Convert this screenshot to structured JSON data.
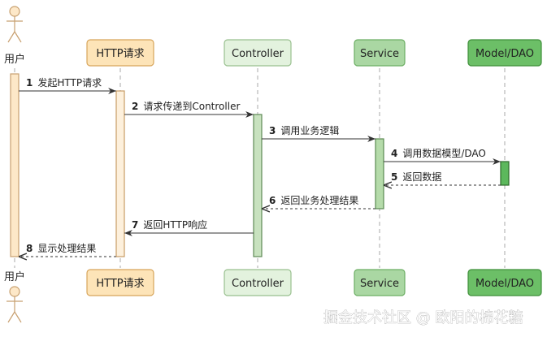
{
  "participants": [
    {
      "id": "user",
      "label": "用户",
      "type": "actor"
    },
    {
      "id": "http",
      "label": "HTTP请求",
      "type": "box",
      "fill": "#fde4b8",
      "stroke": "#d7a55a",
      "bar_fill": "#fdf0dc",
      "bar_stroke": "#c89c66"
    },
    {
      "id": "controller",
      "label": "Controller",
      "type": "box",
      "fill": "#e3f2de",
      "stroke": "#99c08f",
      "bar_fill": "#c8e2bf",
      "bar_stroke": "#5f8a56"
    },
    {
      "id": "service",
      "label": "Service",
      "type": "box",
      "fill": "#aad7a3",
      "stroke": "#6cae63",
      "bar_fill": "#b5dbaa",
      "bar_stroke": "#5a8a52"
    },
    {
      "id": "dao",
      "label": "Model/DAO",
      "type": "box",
      "fill": "#6cbf67",
      "stroke": "#3f8f3a",
      "bar_fill": "#5cb85c",
      "bar_stroke": "#2e6b2b"
    }
  ],
  "messages": [
    {
      "num": "1",
      "text": "发起HTTP请求",
      "from": "user",
      "to": "http",
      "style": "solid"
    },
    {
      "num": "2",
      "text": "请求传递到Controller",
      "from": "http",
      "to": "controller",
      "style": "solid"
    },
    {
      "num": "3",
      "text": "调用业务逻辑",
      "from": "controller",
      "to": "service",
      "style": "solid"
    },
    {
      "num": "4",
      "text": "调用数据模型/DAO",
      "from": "service",
      "to": "dao",
      "style": "solid"
    },
    {
      "num": "5",
      "text": "返回数据",
      "from": "dao",
      "to": "service",
      "style": "dashed"
    },
    {
      "num": "6",
      "text": "返回业务处理结果",
      "from": "service",
      "to": "controller",
      "style": "dashed"
    },
    {
      "num": "7",
      "text": "返回HTTP响应",
      "from": "controller",
      "to": "http",
      "style": "solid"
    },
    {
      "num": "8",
      "text": "显示处理结果",
      "from": "http",
      "to": "user",
      "style": "dashed"
    }
  ],
  "watermark": "掘金技术社区 @ 欧阳的棉花糖",
  "colors": {
    "actor_fill": "#fde8c8",
    "actor_stroke": "#c8a070",
    "lifeline": "#aaaaaa",
    "arrow": "#333333"
  }
}
